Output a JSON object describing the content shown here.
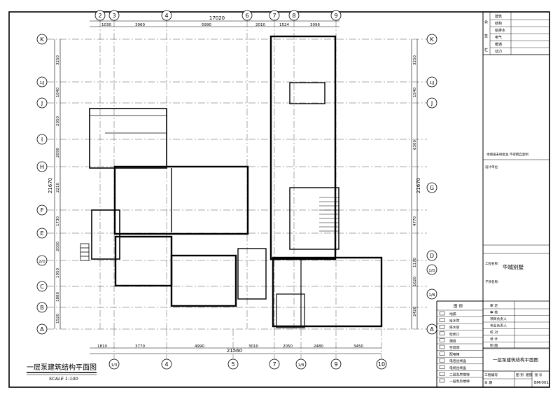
{
  "drawing": {
    "title_cn": "一层泵建筑结构平面图",
    "scale": "SCALE 1:100",
    "overall_top": "17020",
    "overall_bottom": "21560",
    "overall_left": "21670",
    "overall_right": "21670"
  },
  "grid_top": [
    "2",
    "3",
    "4",
    "6",
    "7",
    "8",
    "9"
  ],
  "grid_bottom": [
    "1/3",
    "4",
    "5",
    "7",
    "1/8",
    "9",
    "10"
  ],
  "grid_left": [
    "K",
    "1/J",
    "J",
    "I",
    "H",
    "F",
    "E",
    "2/D",
    "C",
    "B",
    "A"
  ],
  "grid_right": [
    "K",
    "1/J",
    "J",
    "G",
    "D",
    "1/D",
    "1/B",
    "A"
  ],
  "dims_top": [
    "1030",
    "3960",
    "5990",
    "2010",
    "1524",
    "3096"
  ],
  "dims_bottom": [
    "1810",
    "3770",
    "4990",
    "3010",
    "2050",
    "2480",
    "3450"
  ],
  "dims_left": [
    "3250",
    "1640",
    "2050",
    "2090",
    "2210",
    "1730",
    "2000",
    "1950",
    "1880",
    "1520"
  ],
  "dims_right": [
    "3250",
    "1540",
    "6300",
    "4770",
    "1170",
    "1620",
    "2420"
  ],
  "title_block": {
    "approvals": [
      {
        "group": "会",
        "role": "建筑"
      },
      {
        "group": "会",
        "role": "结构"
      },
      {
        "group": "签",
        "role": "给排水"
      },
      {
        "group": "签",
        "role": "电气"
      },
      {
        "group": "栏",
        "role": "暖通"
      },
      {
        "group": "栏",
        "role": "动力"
      }
    ],
    "notice": "本图纸未经批准 不得擅自复制",
    "design_unit_label": "设计单位:",
    "project_label": "工程名称:",
    "project_name": "华城别墅",
    "sub_label": "子项名称:",
    "legend_title": "图 例",
    "legend_items": [
      "地漏",
      "给水管",
      "排水管",
      "检修口",
      "烟道",
      "空调洞",
      "配电箱",
      "电话出线盒",
      "电视出线盒",
      "二层泵房楼梯",
      "一层泵房楼梯"
    ],
    "staff": [
      "审 定",
      "审 核",
      "项目负责人",
      "专业负责人",
      "校 对",
      "设 计",
      "制 图"
    ],
    "drawing_name": "一层泵建筑结构平面图",
    "footer_labels": [
      "工程编号",
      "图 别",
      "日 期"
    ],
    "footer_values": [
      "",
      "建施",
      ""
    ],
    "sheet_label": "图 号",
    "sheet_no": "BM/001"
  }
}
